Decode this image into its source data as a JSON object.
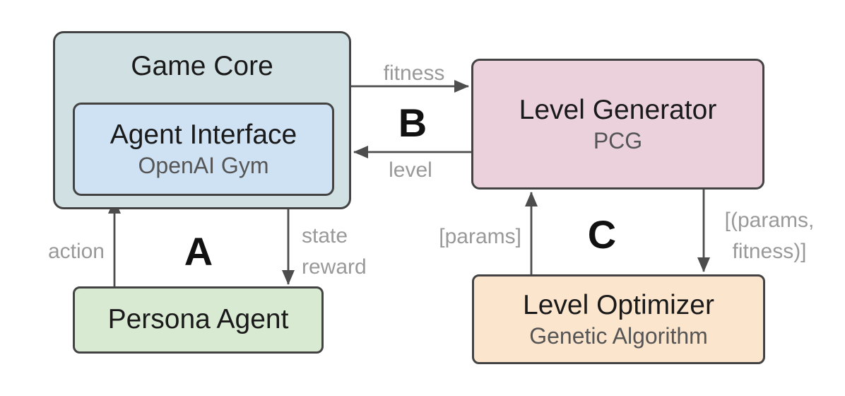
{
  "nodes": {
    "game_core": {
      "title": "Game Core"
    },
    "agent_interface": {
      "title": "Agent Interface",
      "subtitle": "OpenAI Gym"
    },
    "level_generator": {
      "title": "Level Generator",
      "subtitle": "PCG"
    },
    "persona_agent": {
      "title": "Persona Agent"
    },
    "level_optimizer": {
      "title": "Level Optimizer",
      "subtitle": "Genetic Algorithm"
    }
  },
  "edge_labels": {
    "action": "action",
    "state_reward": [
      "state",
      "reward"
    ],
    "fitness": "fitness",
    "level": "level",
    "params": "[params]",
    "params_fitness": [
      "[(params,",
      "fitness)]"
    ]
  },
  "section_labels": {
    "a": "A",
    "b": "B",
    "c": "C"
  },
  "colors": {
    "game_core_fill": "#d0e0e3",
    "agent_interface_fill": "#cfe2f3",
    "level_generator_fill": "#ead1dc",
    "persona_agent_fill": "#d9ead3",
    "level_optimizer_fill": "#fce5cd",
    "node_border": "#434343",
    "arrow": "#4d4d4d",
    "edge_label_text": "#999999",
    "subtitle_text": "#555555",
    "title_text": "#1a1a1a"
  }
}
